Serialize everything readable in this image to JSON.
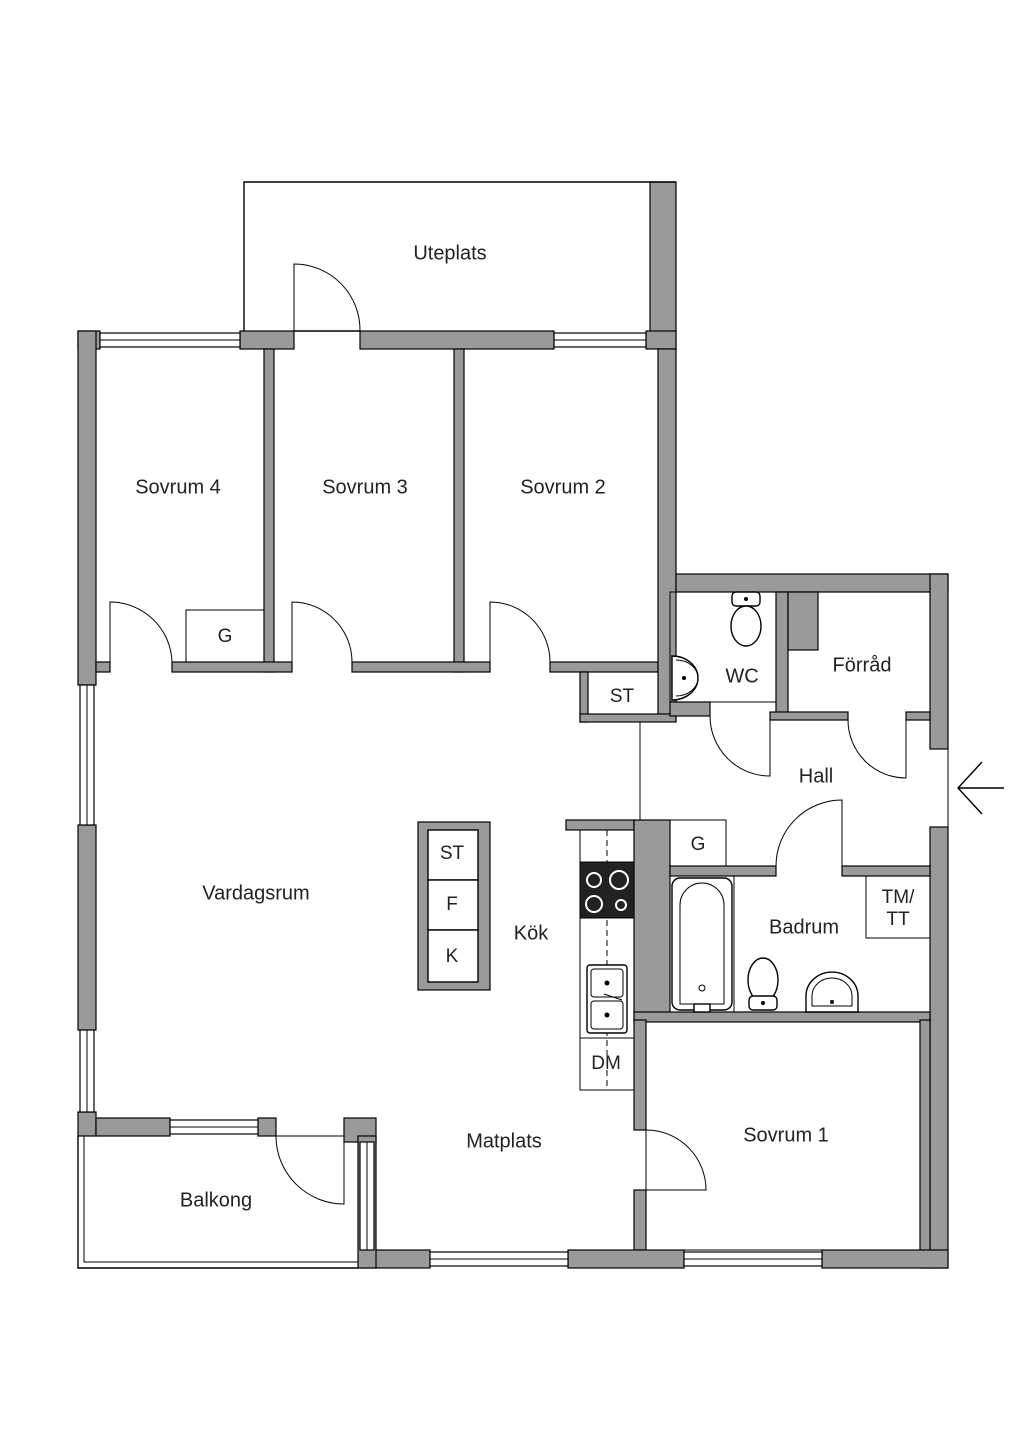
{
  "rooms": {
    "uteplats": "Uteplats",
    "sovrum4": "Sovrum 4",
    "sovrum3": "Sovrum 3",
    "sovrum2": "Sovrum 2",
    "wc": "WC",
    "forrad": "Förråd",
    "hall": "Hall",
    "vardagsrum": "Vardagsrum",
    "kok": "Kök",
    "badrum": "Badrum",
    "matplats": "Matplats",
    "sovrum1": "Sovrum 1",
    "balkong": "Balkong"
  },
  "fixtures": {
    "g_sovrum4": "G",
    "st_hall": "ST",
    "st_island": "ST",
    "f_island": "F",
    "k_island": "K",
    "g_badrum": "G",
    "tm_line1": "TM/",
    "tm_line2": "TT",
    "dm": "DM"
  }
}
